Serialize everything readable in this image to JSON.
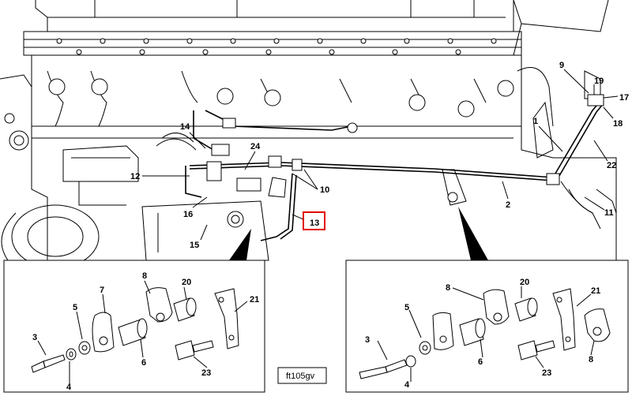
{
  "figure_id": "ft105gv",
  "highlighted_callout": "13",
  "highlight_color": "#e00000",
  "main_callouts": [
    "14",
    "24",
    "12",
    "16",
    "15",
    "10",
    "13",
    "9",
    "19",
    "17",
    "18",
    "1",
    "22",
    "2",
    "11"
  ],
  "left_detail_callouts": [
    "8",
    "20",
    "7",
    "5",
    "21",
    "3",
    "4",
    "6",
    "23"
  ],
  "right_detail_callouts": [
    "8",
    "20",
    "5",
    "21",
    "3",
    "6",
    "4",
    "23",
    "8"
  ]
}
